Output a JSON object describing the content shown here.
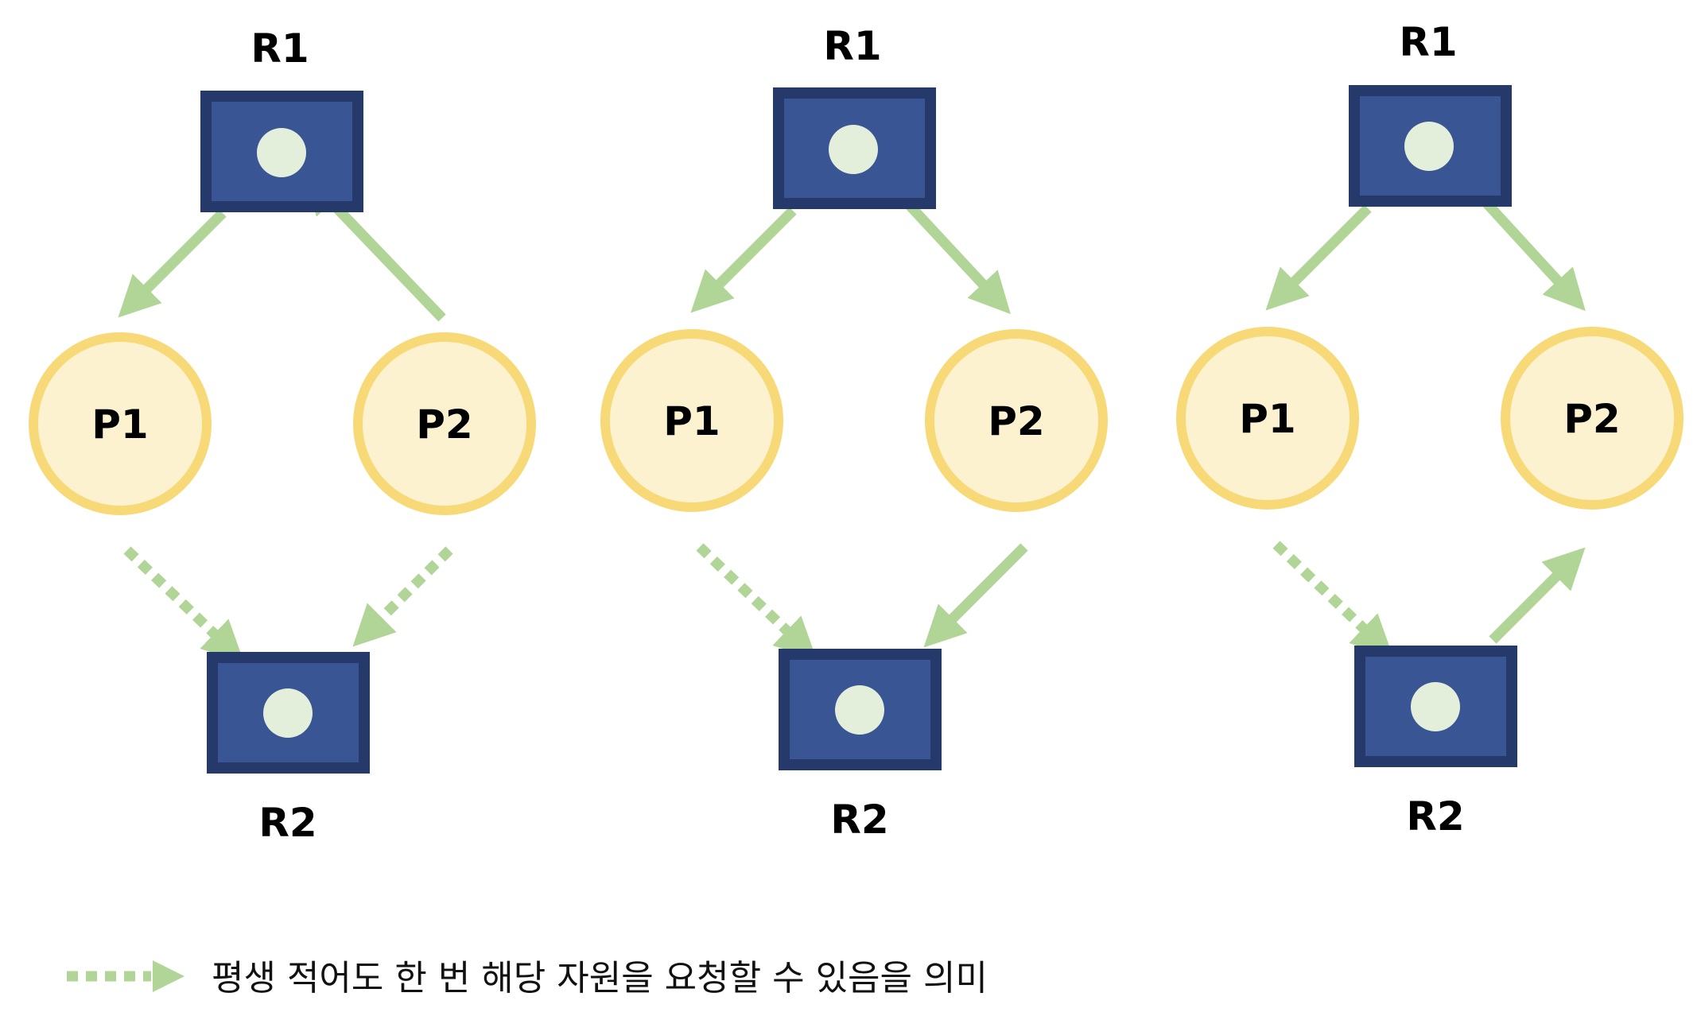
{
  "colors": {
    "resource_outer": "#253a6b",
    "resource_inner": "#3a5594",
    "resource_dot": "#e3efdb",
    "process_fill": "#fdf2d0",
    "process_stroke": "#f8d977",
    "arrow": "#b0d596",
    "text": "#000000"
  },
  "diagrams": [
    {
      "r1_label": "R1",
      "r2_label": "R2",
      "p1_label": "P1",
      "p2_label": "P2",
      "edges": [
        {
          "from": "R1",
          "to": "P1",
          "style": "solid"
        },
        {
          "from": "P2",
          "to": "R1",
          "style": "solid"
        },
        {
          "from": "P1",
          "to": "R2",
          "style": "dashed"
        },
        {
          "from": "P2",
          "to": "R2",
          "style": "dashed"
        }
      ]
    },
    {
      "r1_label": "R1",
      "r2_label": "R2",
      "p1_label": "P1",
      "p2_label": "P2",
      "edges": [
        {
          "from": "R1",
          "to": "P1",
          "style": "solid"
        },
        {
          "from": "R1",
          "to": "P2",
          "style": "solid"
        },
        {
          "from": "P1",
          "to": "R2",
          "style": "dashed"
        },
        {
          "from": "P2",
          "to": "R2",
          "style": "solid"
        }
      ]
    },
    {
      "r1_label": "R1",
      "r2_label": "R2",
      "p1_label": "P1",
      "p2_label": "P2",
      "edges": [
        {
          "from": "R1",
          "to": "P1",
          "style": "solid"
        },
        {
          "from": "R1",
          "to": "P2",
          "style": "solid"
        },
        {
          "from": "P1",
          "to": "R2",
          "style": "dashed"
        },
        {
          "from": "R2",
          "to": "P2",
          "style": "solid"
        }
      ]
    }
  ],
  "legend": {
    "text": "평생 적어도 한 번 해당 자원을 요청할 수 있음을 의미",
    "icon": "dashed-arrow-icon"
  }
}
